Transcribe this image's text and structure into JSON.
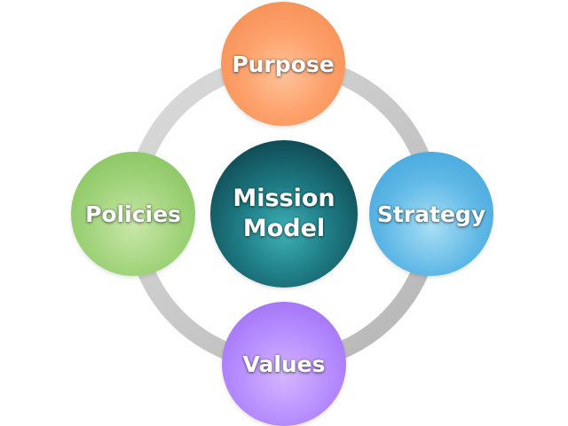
{
  "diagram": {
    "center": {
      "line1": "Mission",
      "line2": "Model"
    },
    "nodes": {
      "top": "Purpose",
      "right": "Strategy",
      "bottom": "Values",
      "left": "Policies"
    },
    "colors": {
      "ring": "#c9c9c9",
      "purpose": "#fda06a",
      "strategy": "#5fb8e6",
      "values": "#b58bff",
      "policies": "#9fd279",
      "center": "#114f58"
    }
  }
}
